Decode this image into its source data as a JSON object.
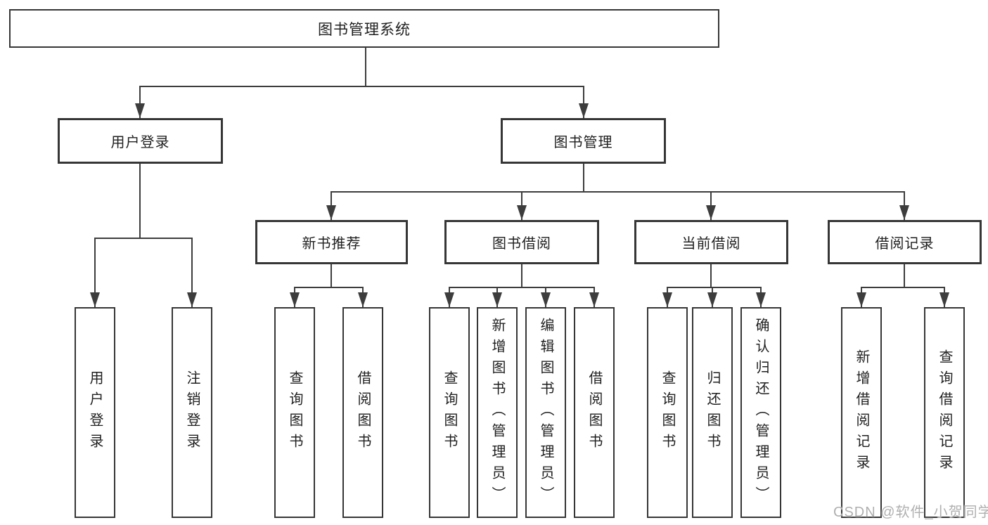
{
  "diagram": {
    "title": "图书管理系统",
    "root": {
      "label": "图书管理系统"
    },
    "level2": [
      {
        "id": "user-login",
        "label": "用户登录"
      },
      {
        "id": "book-management",
        "label": "图书管理"
      }
    ],
    "level3": [
      {
        "id": "new-book-recommend",
        "label": "新书推荐",
        "parent": "图书管理"
      },
      {
        "id": "book-borrow",
        "label": "图书借阅",
        "parent": "图书管理"
      },
      {
        "id": "current-borrow",
        "label": "当前借阅",
        "parent": "图书管理"
      },
      {
        "id": "borrow-records",
        "label": "借阅记录",
        "parent": "图书管理"
      }
    ],
    "leaves": [
      {
        "label": "用户登录",
        "parent": "用户登录"
      },
      {
        "label": "注销登录",
        "parent": "用户登录"
      },
      {
        "label": "查询图书",
        "parent": "新书推荐"
      },
      {
        "label": "借阅图书",
        "parent": "新书推荐"
      },
      {
        "label": "查询图书",
        "parent": "图书借阅"
      },
      {
        "label": "新增图书（管理员）",
        "parent": "图书借阅"
      },
      {
        "label": "编辑图书（管理员）",
        "parent": "图书借阅"
      },
      {
        "label": "借阅图书",
        "parent": "图书借阅"
      },
      {
        "label": "查询图书",
        "parent": "当前借阅"
      },
      {
        "label": "归还图书",
        "parent": "当前借阅"
      },
      {
        "label": "确认归还（管理员）",
        "parent": "当前借阅"
      },
      {
        "label": "新增借阅记录",
        "parent": "借阅记录"
      },
      {
        "label": "查询借阅记录",
        "parent": "借阅记录"
      }
    ]
  },
  "watermark": {
    "text": "CSDN @软件_小贺同学"
  },
  "colors": {
    "background": "#ffffff",
    "line": "#3d3d3d",
    "border": "#363636",
    "text": "#1f1f1f",
    "watermark": "#b0b0b0"
  }
}
